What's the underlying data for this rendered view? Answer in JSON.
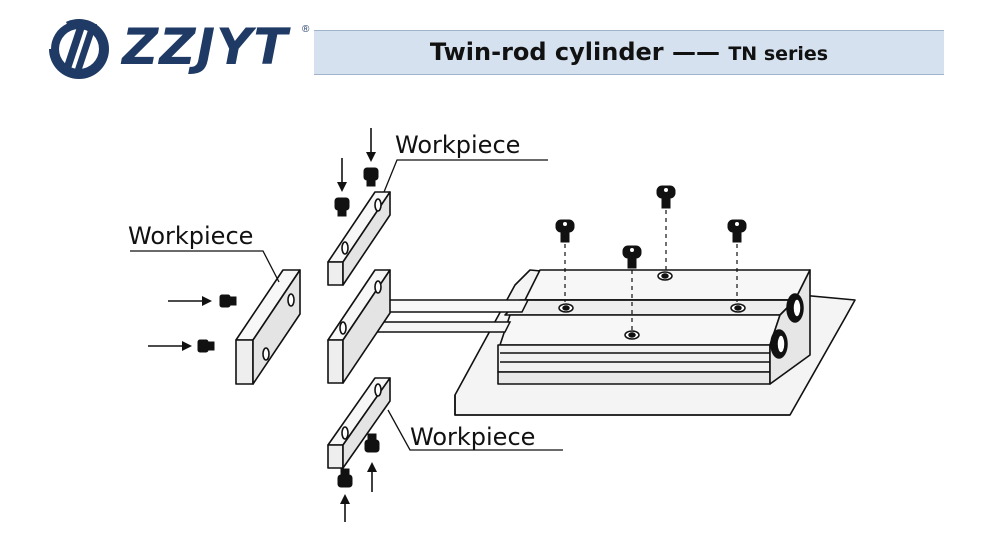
{
  "brand": {
    "name": "ZZJYT",
    "registered_mark": "®"
  },
  "header": {
    "title_main": "Twin-rod cylinder —— ",
    "title_sub": "TN series"
  },
  "diagram": {
    "labels": {
      "top": "Workpiece",
      "left": "Workpiece",
      "bottom": "Workpiece"
    }
  },
  "colors": {
    "brand": "#1f3a64",
    "title_bar": "#d5e1ee"
  }
}
